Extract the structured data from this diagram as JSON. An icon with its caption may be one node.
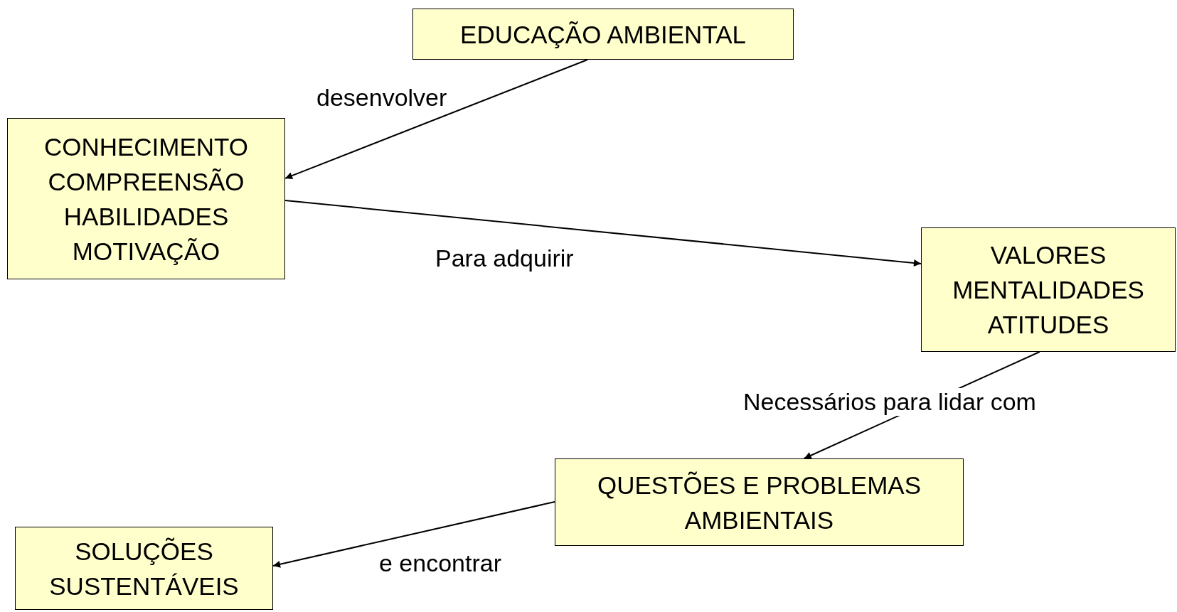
{
  "diagram": {
    "nodes": [
      {
        "text": [
          "EDUCAÇÃO AMBIENTAL"
        ]
      },
      {
        "text": [
          "CONHECIMENTO COMPREENSÃO HABILIDADES MOTIVAÇÃO"
        ]
      },
      {
        "text": [
          "VALORES MENTALIDADES ATITUDES"
        ]
      },
      {
        "text": [
          "QUESTÕES E PROBLEMAS AMBIENTAIS"
        ]
      },
      {
        "text": [
          "SOLUÇÕES SUSTENTÁVEIS"
        ]
      }
    ],
    "edges": [
      {
        "from": 0,
        "to": 1,
        "arrow": "to",
        "label": "desenvolver"
      },
      {
        "from": 1,
        "to": 2,
        "arrow": "to",
        "label": "Para adquirir"
      },
      {
        "from": 2,
        "to": 3,
        "arrow": "to",
        "label": "Necessários para lidar com"
      },
      {
        "from": 3,
        "to": 4,
        "arrow": "to",
        "label": "e encontrar"
      }
    ]
  }
}
